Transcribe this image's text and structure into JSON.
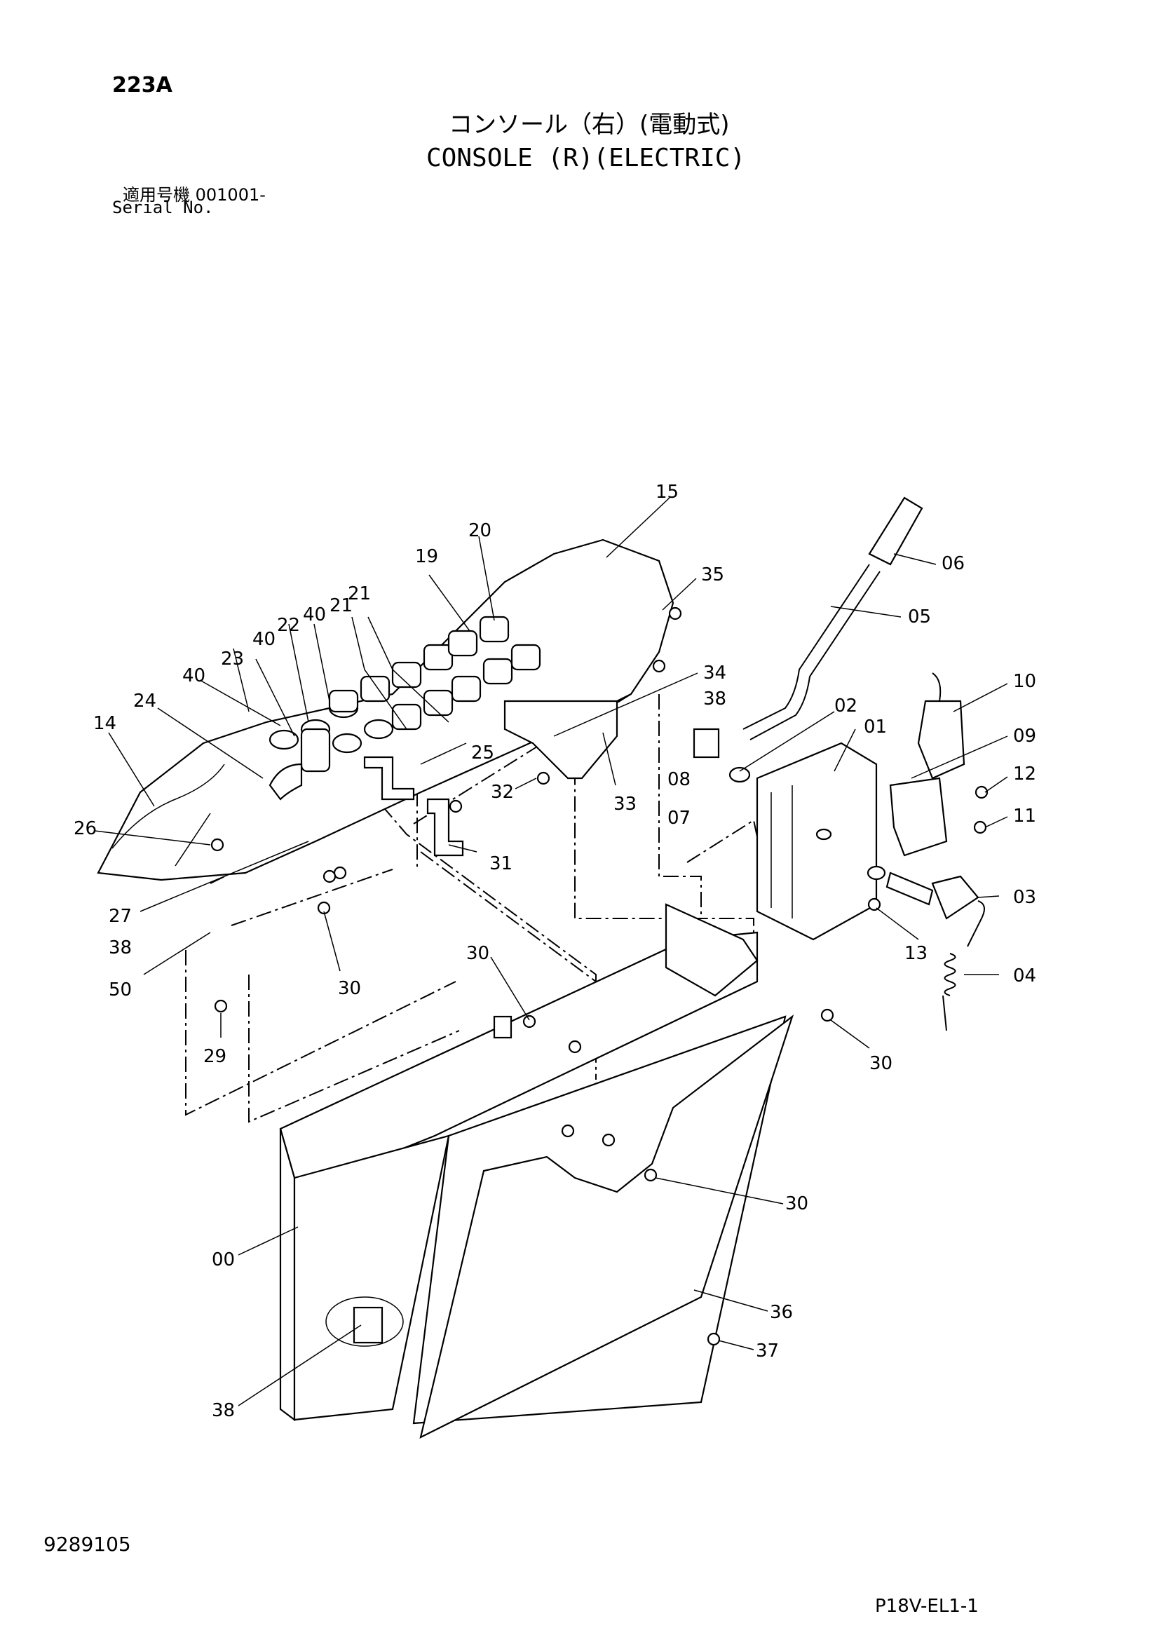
{
  "header": {
    "page_code": "223A",
    "title_jp": "コンソール（右）(電動式)",
    "title_en": "CONSOLE (R)(ELECTRIC)",
    "serial_label_jp": "適用号機  001001-",
    "serial_label_en": "Serial No."
  },
  "callouts": {
    "p15": "15",
    "p20": "20",
    "p19": "19",
    "p06": "06",
    "p35": "35",
    "p05": "05",
    "p21a": "21",
    "p21b": "21",
    "p40a": "40",
    "p22": "22",
    "p40b": "40",
    "p23": "23",
    "p40c": "40",
    "p24": "24",
    "p14": "14",
    "p10": "10",
    "p34": "34",
    "p38a": "38",
    "p02": "02",
    "p01": "01",
    "p09": "09",
    "p25": "25",
    "p12": "12",
    "p08": "08",
    "p32": "32",
    "p33": "33",
    "p07": "07",
    "p11": "11",
    "p26": "26",
    "p31": "31",
    "p27": "27",
    "p38b": "38",
    "p03": "03",
    "p13": "13",
    "p50": "50",
    "p30a": "30",
    "p30b": "30",
    "p04": "04",
    "p29": "29",
    "p30c": "30",
    "p30d": "30",
    "p00": "00",
    "p36": "36",
    "p37": "37",
    "p38c": "38"
  },
  "footer": {
    "doc_number": "9289105",
    "page_ref": "P18V-EL1-1"
  }
}
